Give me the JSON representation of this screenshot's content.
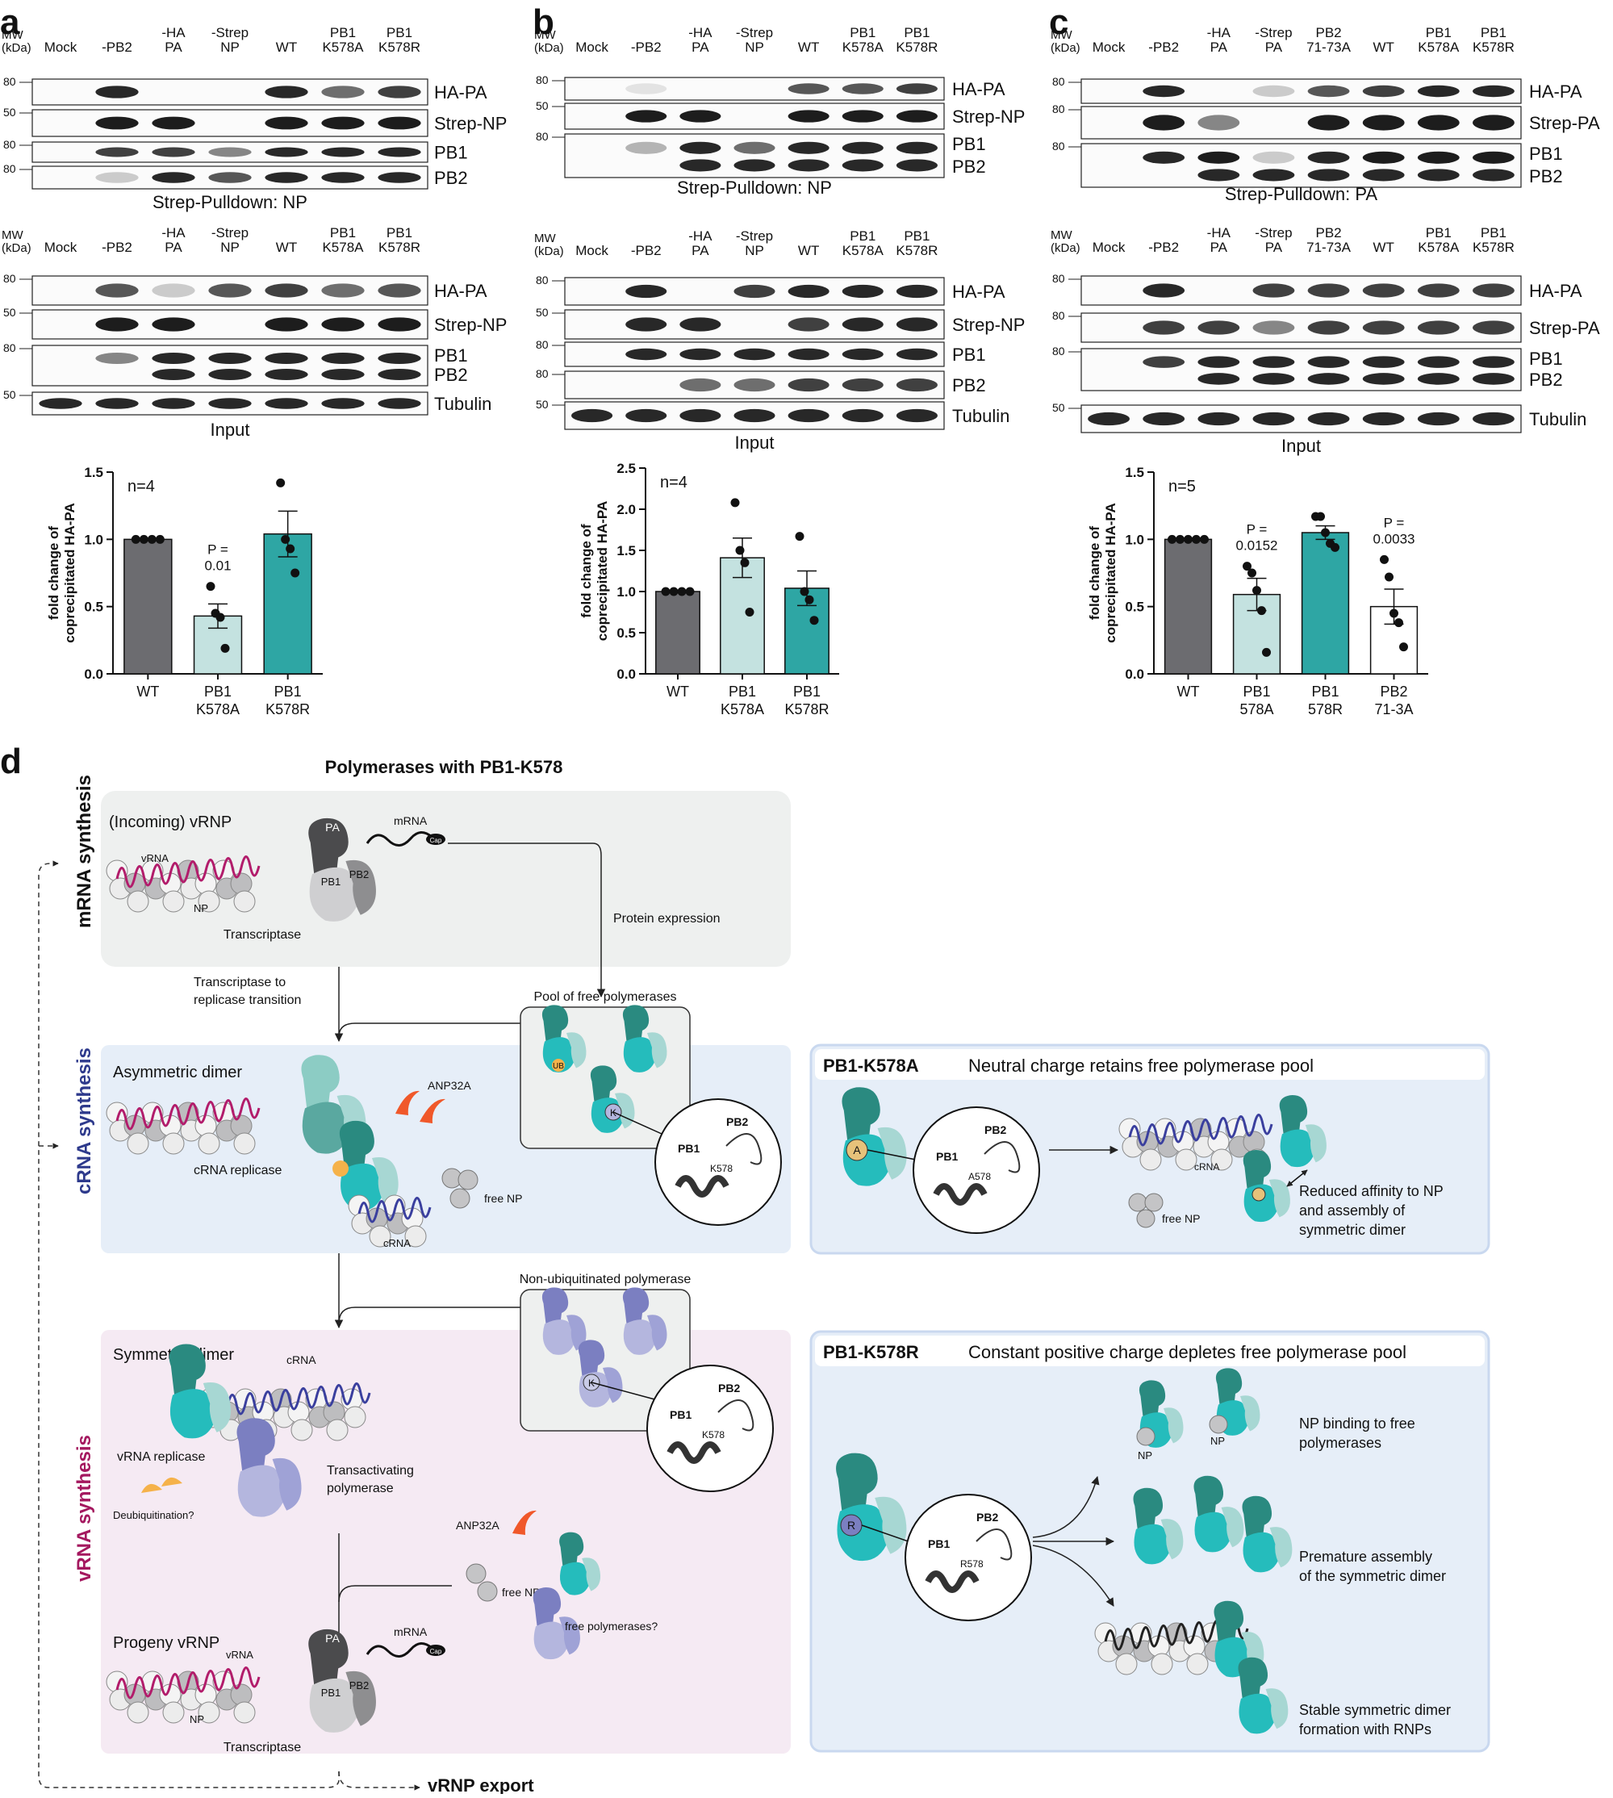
{
  "panels": {
    "a": {
      "letter": "a",
      "mw_label": [
        "MW",
        "(kDa)"
      ],
      "lanes_top": [
        "Mock",
        "-PB2",
        "-HA|PA",
        "-Strep|NP",
        "WT",
        "PB1|K578A",
        "PB1|K578R"
      ],
      "pulldown_rows": [
        {
          "label": "HA-PA",
          "mw": "80"
        },
        {
          "label": "Strep-NP",
          "mw": "50"
        },
        {
          "label": "PB1",
          "mw": "80"
        },
        {
          "label": "PB2",
          "mw": "80"
        }
      ],
      "pulldown_caption": "Strep-Pulldown: NP",
      "input_rows": [
        {
          "label": "HA-PA",
          "mw": "80"
        },
        {
          "label": "Strep-NP",
          "mw": "50"
        },
        {
          "label": "PB1",
          "mw": "80"
        },
        {
          "label": "PB2",
          "mw": ""
        },
        {
          "label": "Tubulin",
          "mw": "50"
        }
      ],
      "input_caption": "Input"
    },
    "b": {
      "letter": "b",
      "mw_label": [
        "MW",
        "(kDa)"
      ],
      "lanes_top": [
        "Mock",
        "-PB2",
        "-HA|PA",
        "-Strep|NP",
        "WT",
        "PB1|K578A",
        "PB1|K578R"
      ],
      "pulldown_rows": [
        {
          "label": "HA-PA",
          "mw": "80"
        },
        {
          "label": "Strep-NP",
          "mw": "50"
        },
        {
          "label": "PB1",
          "mw": "80"
        },
        {
          "label": "PB2",
          "mw": ""
        }
      ],
      "pulldown_caption": "Strep-Pulldown: NP",
      "input_rows": [
        {
          "label": "HA-PA",
          "mw": "80"
        },
        {
          "label": "Strep-NP",
          "mw": "50"
        },
        {
          "label": "PB1",
          "mw": "80"
        },
        {
          "label": "PB2",
          "mw": "80"
        },
        {
          "label": "Tubulin",
          "mw": "50"
        }
      ],
      "input_caption": "Input"
    },
    "c": {
      "letter": "c",
      "mw_label": [
        "MW",
        "(kDa)"
      ],
      "lanes_top": [
        "Mock",
        "-PB2",
        "-HA|PA",
        "-Strep|PA",
        "PB2|71-73A",
        "WT",
        "PB1|K578A",
        "PB1|K578R"
      ],
      "pulldown_rows": [
        {
          "label": "HA-PA",
          "mw": "80"
        },
        {
          "label": "Strep-PA",
          "mw": "80"
        },
        {
          "label": "PB1",
          "mw": "80"
        },
        {
          "label": "PB2",
          "mw": ""
        }
      ],
      "pulldown_caption": "Strep-Pulldown: PA",
      "input_rows": [
        {
          "label": "HA-PA",
          "mw": "80"
        },
        {
          "label": "Strep-PA",
          "mw": "80"
        },
        {
          "label": "PB1",
          "mw": "80"
        },
        {
          "label": "PB2",
          "mw": ""
        },
        {
          "label": "Tubulin",
          "mw": "50"
        }
      ],
      "input_caption": "Input"
    }
  },
  "chart_data": [
    {
      "type": "bar",
      "panel": "a",
      "n_label": "n=4",
      "ylabel": "fold change of coprecipitated HA-PA",
      "ylim": [
        0,
        1.5
      ],
      "yticks": [
        "0.0",
        "0.5",
        "1.0",
        "1.5"
      ],
      "categories": [
        "WT",
        "PB1|K578A",
        "PB1|K578R"
      ],
      "values": [
        1.0,
        0.43,
        1.04
      ],
      "errors": [
        0,
        0.09,
        0.17
      ],
      "points": [
        [
          1.0,
          1.0,
          1.0,
          1.0
        ],
        [
          0.65,
          0.45,
          0.42,
          0.19
        ],
        [
          1.42,
          1.0,
          0.93,
          0.75
        ]
      ],
      "colors": [
        "#6c6c70",
        "#c4e2e0",
        "#2ea6a4"
      ],
      "annotations": [
        {
          "category": 1,
          "text": [
            "P =",
            "0.01"
          ]
        }
      ]
    },
    {
      "type": "bar",
      "panel": "b",
      "n_label": "n=4",
      "ylabel": "fold change of coprecipitated HA-PA",
      "ylim": [
        0,
        2.5
      ],
      "yticks": [
        "0.0",
        "0.5",
        "1.0",
        "1.5",
        "2.0",
        "2.5"
      ],
      "categories": [
        "WT",
        "PB1|K578A",
        "PB1|K578R"
      ],
      "values": [
        1.0,
        1.41,
        1.04
      ],
      "errors": [
        0,
        0.24,
        0.21
      ],
      "points": [
        [
          1.0,
          1.0,
          1.0,
          1.0
        ],
        [
          2.08,
          1.5,
          1.35,
          0.75
        ],
        [
          1.67,
          1.0,
          0.9,
          0.65
        ]
      ],
      "colors": [
        "#6c6c70",
        "#c4e2e0",
        "#2ea6a4"
      ],
      "annotations": []
    },
    {
      "type": "bar",
      "panel": "c",
      "n_label": "n=5",
      "ylabel": "fold change of coprecipitated HA-PA",
      "ylim": [
        0,
        1.5
      ],
      "yticks": [
        "0.0",
        "0.5",
        "1.0",
        "1.5"
      ],
      "categories": [
        "WT",
        "PB1|578A",
        "PB1|578R",
        "PB2|71-3A"
      ],
      "values": [
        1.0,
        0.59,
        1.05,
        0.5
      ],
      "errors": [
        0,
        0.12,
        0.05,
        0.13
      ],
      "points": [
        [
          1.0,
          1.0,
          1.0,
          1.0,
          1.0
        ],
        [
          0.8,
          0.75,
          0.62,
          0.47,
          0.16
        ],
        [
          1.17,
          1.17,
          1.05,
          0.97,
          0.94
        ],
        [
          0.85,
          0.72,
          0.45,
          0.38,
          0.2
        ]
      ],
      "colors": [
        "#6c6c70",
        "#c4e2e0",
        "#2ea6a4",
        "#ffffff"
      ],
      "annotations": [
        {
          "category": 1,
          "text": [
            "P =",
            "0.0152"
          ]
        },
        {
          "category": 3,
          "text": [
            "P =",
            "0.0033"
          ]
        }
      ]
    }
  ],
  "panel_d": {
    "letter": "d",
    "title": "Polymerases with PB1-K578",
    "side_mrna": "mRNA synthesis",
    "side_crna": "cRNA synthesis",
    "side_vrna": "vRNA synthesis",
    "incoming": "(Incoming) vRNP",
    "vrna": "vRNA",
    "np": "NP",
    "pa": "PA",
    "pb1": "PB1",
    "pb2": "PB2",
    "mrna": "mRNA",
    "cap": "Cap",
    "transcriptase": "Transcriptase",
    "protein_expression": "Protein expression",
    "transition": [
      "Transcriptase to",
      "replicase transition"
    ],
    "pool": "Pool of free polymerases",
    "ub": "UB",
    "k": "K",
    "k578": "K578",
    "asym": "Asymmetric dimer",
    "anp": "ANP32A",
    "crna_replicase": "cRNA replicase",
    "free_np": "free NP",
    "crna": "cRNA",
    "nonubi": "Non-ubiquitinated polymerase",
    "sym": "Symmetric dimer",
    "vrna_replicase": "vRNA replicase",
    "deubi": "Deubiquitination?",
    "transact": [
      "Transactivating",
      "polymerase"
    ],
    "free_pol": "free polymerases?",
    "progeny": "Progeny vRNP",
    "export": "vRNP export",
    "box_a_title_b": "PB1-K578A",
    "box_a_title": "Neutral charge retains free polymerase pool",
    "a_letter": "A",
    "a578": "A578",
    "reduced": [
      "Reduced affinity to NP",
      "and assembly of",
      "symmetric dimer"
    ],
    "box_r_title_b": "PB1-K578R",
    "box_r_title": "Constant positive charge depletes free polymerase pool",
    "r_letter": "R",
    "r578": "R578",
    "np_binding": [
      "NP binding to free",
      "polymerases"
    ],
    "premature": [
      "Premature assembly",
      "of the symmetric dimer"
    ],
    "stable": [
      "Stable symmetric dimer",
      "formation with RNPs"
    ]
  },
  "colors": {
    "dark": "#4b4b4d",
    "mid": "#8e8e90",
    "light": "#cfcfd1",
    "teal_dark": "#2a8a80",
    "teal": "#25bcbc",
    "teal_light": "#a7d7d3",
    "purple": "#7b7fc1",
    "purple_light": "#b4b6de",
    "orange": "#f5b24a",
    "red_orange": "#f0582a",
    "magenta": "#b21c6b",
    "blue": "#3a3f9e",
    "bg_grey": "#eef0ef",
    "bg_blue": "#e6eef8",
    "bg_pink": "#f5eaf3"
  }
}
